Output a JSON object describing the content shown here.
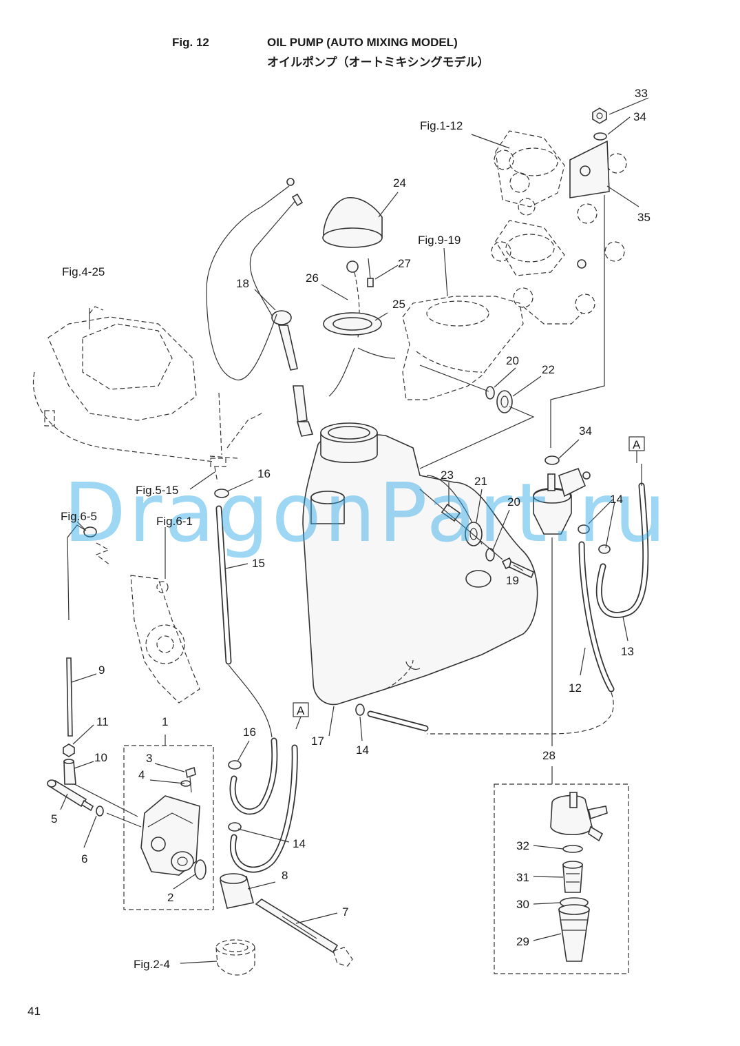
{
  "header": {
    "fig_no": "Fig. 12",
    "title_en": "OIL PUMP (AUTO MIXING MODEL)",
    "title_jp": "オイルポンプ（オートミキシングモデル）"
  },
  "watermark": "DragonPart.ru",
  "page_number": "41",
  "refs": {
    "fig1_12": "Fig.1-12",
    "fig9_19": "Fig.9-19",
    "fig4_25": "Fig.4-25",
    "fig5_15": "Fig.5-15",
    "fig6_5": "Fig.6-5",
    "fig6_1": "Fig.6-1",
    "fig2_4": "Fig.2-4"
  },
  "connector_marker": "A",
  "callouts": {
    "c1": "1",
    "c2": "2",
    "c3": "3",
    "c4": "4",
    "c5": "5",
    "c6": "6",
    "c7": "7",
    "c8": "8",
    "c9": "9",
    "c10": "10",
    "c11": "11",
    "c12": "12",
    "c13": "13",
    "c14a": "14",
    "c14b": "14",
    "c14c": "14",
    "c15": "15",
    "c16a": "16",
    "c16b": "16",
    "c17": "17",
    "c18": "18",
    "c19": "19",
    "c20a": "20",
    "c20b": "20",
    "c21": "21",
    "c22": "22",
    "c23": "23",
    "c24": "24",
    "c25": "25",
    "c26": "26",
    "c27": "27",
    "c28": "28",
    "c29": "29",
    "c30": "30",
    "c31": "31",
    "c32": "32",
    "c33": "33",
    "c34a": "34",
    "c34b": "34",
    "c35": "35"
  }
}
